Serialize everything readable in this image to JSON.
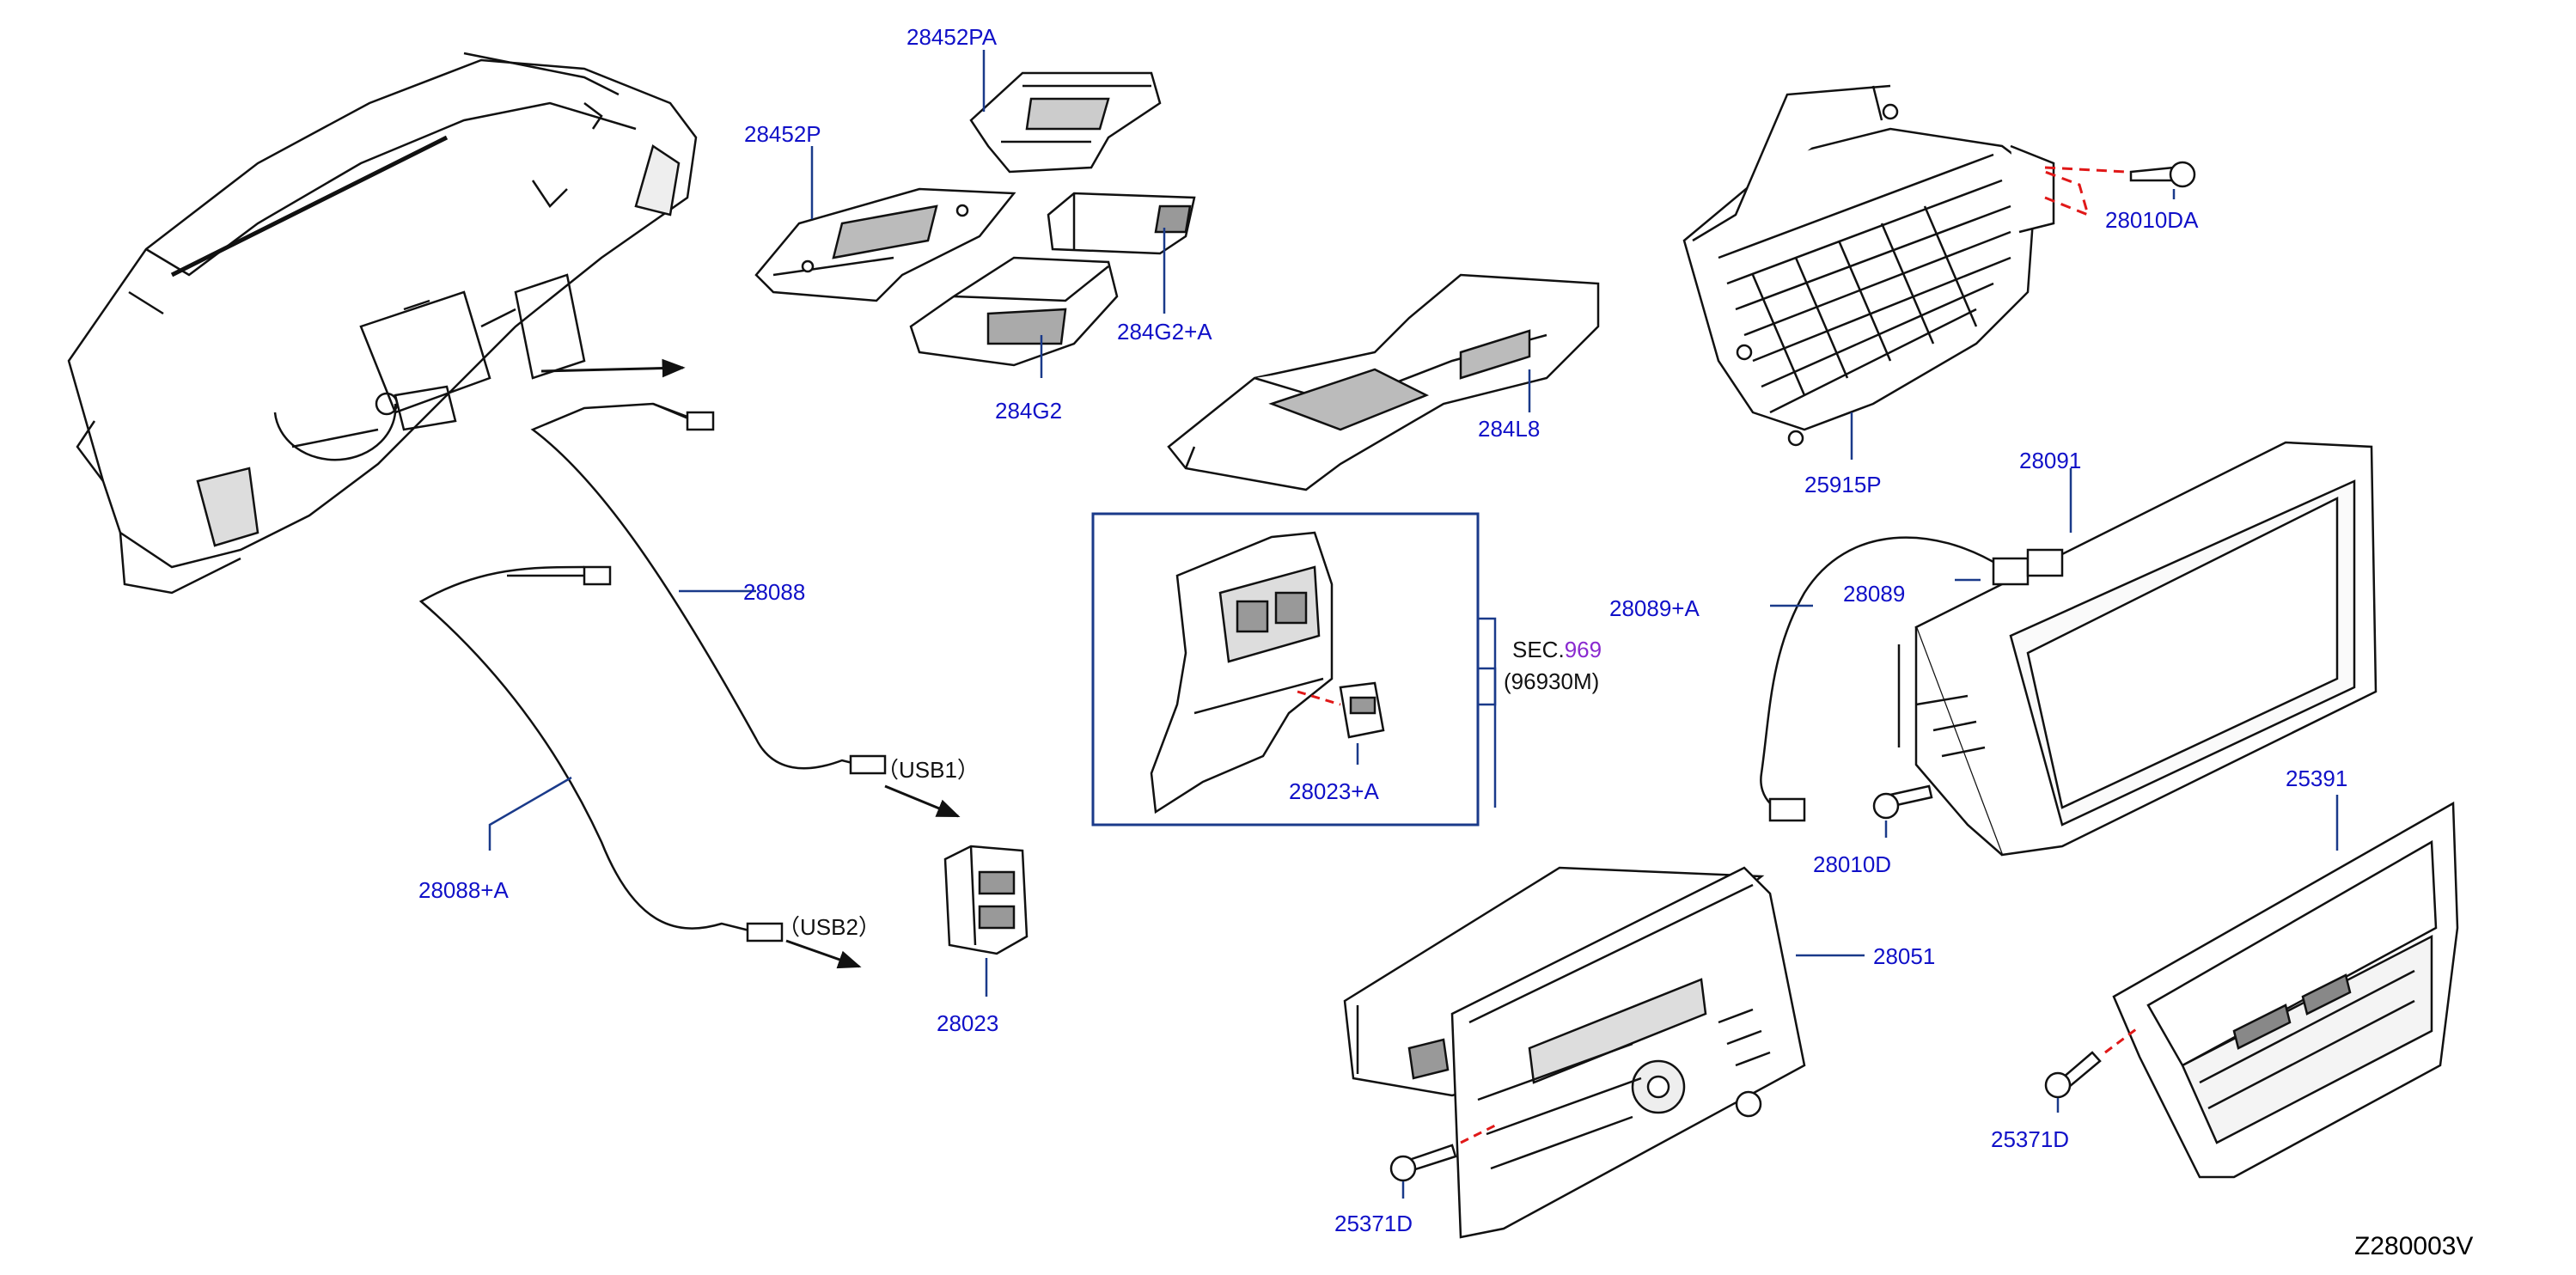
{
  "colors": {
    "callout": "#1010c8",
    "section": "#8a2ad0",
    "outline": "#111111",
    "dashed": "#e01818",
    "box": "#1a3a8a"
  },
  "labels": {
    "p28452PA": "28452PA",
    "p28452P": "28452P",
    "p284G2A": "284G2+A",
    "p284G2": "284G2",
    "p284L8": "284L8",
    "p25915P": "25915P",
    "p28010DA": "28010DA",
    "p28088": "28088",
    "p28088A": "28088+A",
    "usb1": "（USB1）",
    "usb2": "（USB2）",
    "p28023": "28023",
    "p28023A": "28023+A",
    "sec_prefix": "SEC.",
    "sec_num": "969",
    "sec_sub": "(96930M)",
    "p28091": "28091",
    "p28089A": "28089+A",
    "p28089": "28089",
    "p28010D": "28010D",
    "p25391": "25391",
    "p28051": "28051",
    "p25371D_left": "25371D",
    "p25371D_right": "25371D",
    "drawing_code": "Z280003V"
  }
}
